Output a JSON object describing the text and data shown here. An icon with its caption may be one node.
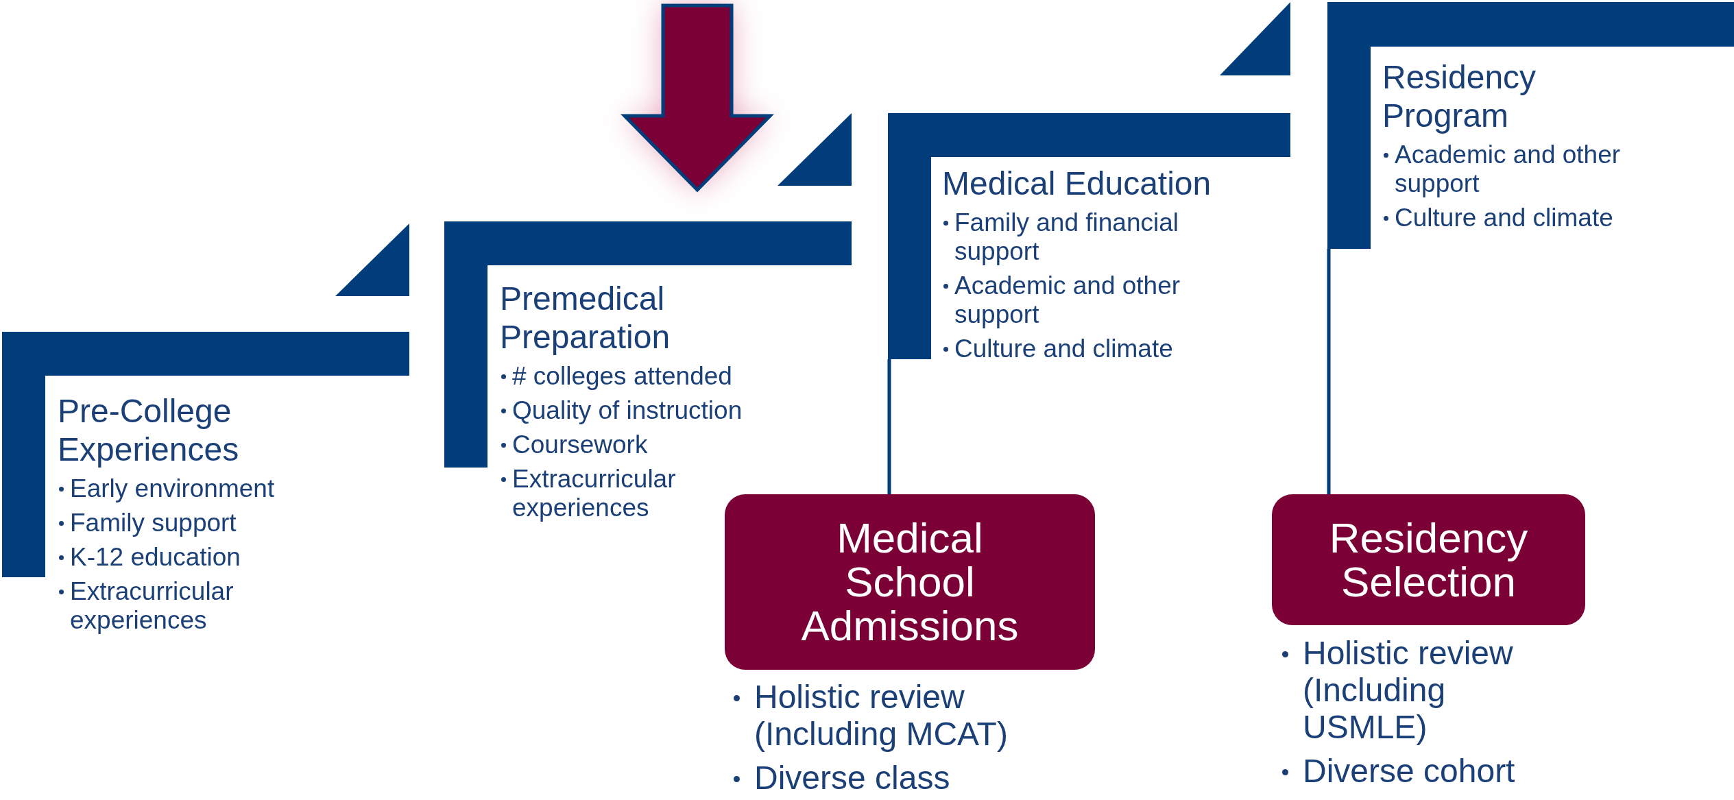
{
  "diagram": {
    "nodes": [
      {
        "text": [
          "Pre-College Experiences",
          "Early environment",
          "Family support",
          "K-12 education",
          "Extracurricular experiences"
        ]
      },
      {
        "text": [
          "Premedical Preparation",
          "# colleges attended",
          "Quality of instruction",
          "Coursework",
          "Extracurricular experiences"
        ]
      },
      {
        "text": [
          "Medical Education",
          "Family and financial support",
          "Academic and other support",
          "Culture and climate"
        ]
      },
      {
        "text": [
          "Residency Program",
          "Academic and other support",
          "Culture and climate"
        ]
      },
      {
        "text": [
          "Medical School Admissions"
        ],
        "beside": [
          "Holistic review (Including MCAT)",
          "Diverse class"
        ]
      },
      {
        "text": [
          "Residency Selection"
        ],
        "beside": [
          "Holistic review (Including USMLE)",
          "Diverse cohort"
        ]
      }
    ],
    "edges": [
      {
        "from": null,
        "to": 1,
        "arrow": "to",
        "style": "thick",
        "color": "#7a0036"
      },
      {
        "from": 2,
        "to": 4,
        "arrow": "none"
      },
      {
        "from": 3,
        "to": 5,
        "arrow": "none"
      }
    ]
  }
}
